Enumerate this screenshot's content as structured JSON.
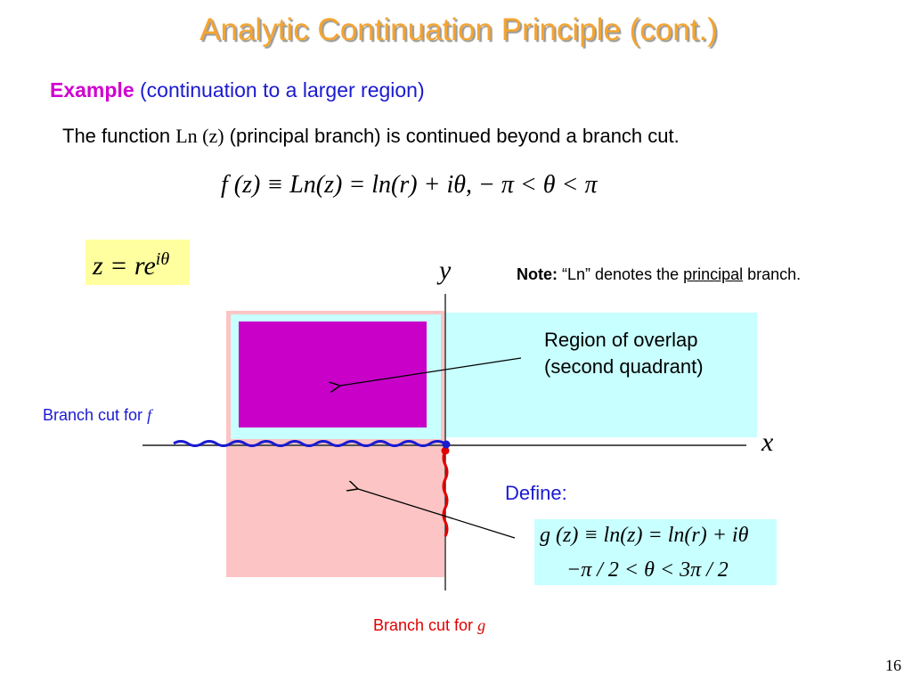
{
  "title": "Analytic Continuation Principle (cont.)",
  "example": {
    "label": "Example",
    "text": " (continuation to a larger region)"
  },
  "intro": {
    "before": "The function ",
    "fn": "Ln (z)",
    "after": " (principal branch) is continued beyond a branch cut."
  },
  "f_equation": "f (z) ≡ Ln(z) = ln(r) + iθ,     − π < θ < π",
  "z_polar": {
    "base": "z = re",
    "exp": "iθ"
  },
  "axes": {
    "y": "y",
    "x": "x"
  },
  "note": {
    "label": "Note:",
    "before": " “Ln” denotes the ",
    "underlined": "principal",
    "after": " branch."
  },
  "overlap_label": "Region of overlap (second quadrant)",
  "branch_cut_f": {
    "text": "Branch cut for ",
    "var": "f"
  },
  "define_label": "Define:",
  "g_equation": {
    "line1": "g (z) ≡ ln(z) = ln(r) + iθ",
    "line2": "−π / 2 < θ < 3π / 2"
  },
  "branch_cut_g": {
    "text": "Branch cut for ",
    "var": "g"
  },
  "page_number": "16",
  "colors": {
    "title": "#f4a430",
    "pink_region": "#fcc4c4",
    "cyan_region": "#c8ffff",
    "overlap": "#c800c8",
    "blue_cut": "#1a1ad0",
    "red_cut": "#e00000",
    "highlight": "#ffffa0"
  }
}
